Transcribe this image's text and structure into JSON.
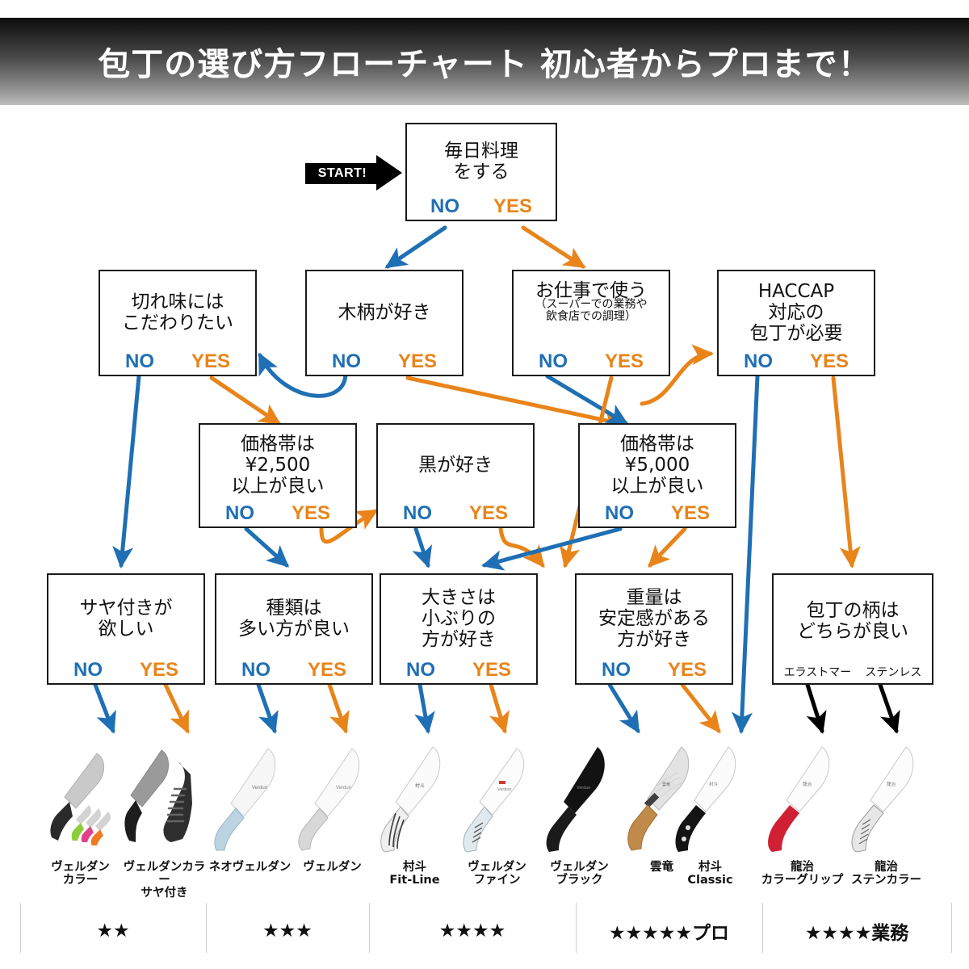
{
  "header": {
    "title": "包丁の選び方フローチャート 初心者からプロまで！"
  },
  "start": {
    "label": "START!"
  },
  "colors": {
    "no": "#1f6fb4",
    "yes": "#e8841a",
    "plain": "#111111",
    "border": "#1a1a1a"
  },
  "answers": {
    "no": "NO",
    "yes": "YES"
  },
  "nodes": [
    {
      "id": "n1",
      "text": "毎日料理\nをする",
      "sub": "",
      "no": "NO",
      "yes": "YES"
    },
    {
      "id": "n2",
      "text": "切れ味には\nこだわりたい",
      "sub": "",
      "no": "NO",
      "yes": "YES"
    },
    {
      "id": "n3",
      "text": "木柄が好き",
      "sub": "",
      "no": "NO",
      "yes": "YES"
    },
    {
      "id": "n4",
      "text": "お仕事で使う",
      "sub": "（スーパーでの業務や\n飲食店での調理）",
      "no": "NO",
      "yes": "YES"
    },
    {
      "id": "n5",
      "text": "HACCAP\n対応の\n包丁が必要",
      "sub": "",
      "no": "NO",
      "yes": "YES"
    },
    {
      "id": "n6",
      "text": "価格帯は\n¥2,500\n以上が良い",
      "sub": "",
      "no": "NO",
      "yes": "YES"
    },
    {
      "id": "n7",
      "text": "黒が好き",
      "sub": "",
      "no": "NO",
      "yes": "YES"
    },
    {
      "id": "n8",
      "text": "価格帯は\n¥5,000\n以上が良い",
      "sub": "",
      "no": "NO",
      "yes": "YES"
    },
    {
      "id": "n9",
      "text": "サヤ付きが\n欲しい",
      "sub": "",
      "no": "NO",
      "yes": "YES"
    },
    {
      "id": "n10",
      "text": "種類は\n多い方が良い",
      "sub": "",
      "no": "NO",
      "yes": "YES"
    },
    {
      "id": "n11",
      "text": "大きさは\n小ぶりの\n方が好き",
      "sub": "",
      "no": "NO",
      "yes": "YES"
    },
    {
      "id": "n12",
      "text": "重量は\n安定感がある\n方が好き",
      "sub": "",
      "no": "NO",
      "yes": "YES"
    },
    {
      "id": "n13",
      "text": "包丁の柄は\nどちらが良い",
      "sub": "",
      "no": "エラストマー",
      "yes": "ステンレス"
    }
  ],
  "products": [
    {
      "name": "ヴェルダン\nカラー"
    },
    {
      "name": "ヴェルダンカラー\nサヤ付き"
    },
    {
      "name": "ネオヴェルダン"
    },
    {
      "name": "ヴェルダン"
    },
    {
      "name": "村斗\nFit-Line"
    },
    {
      "name": "ヴェルダン\nファイン"
    },
    {
      "name": "ヴェルダン\nブラック"
    },
    {
      "name": "雲竜"
    },
    {
      "name": "村斗\nClassic"
    },
    {
      "name": "龍治\nカラーグリップ"
    },
    {
      "name": "龍治\nステンカラー"
    }
  ],
  "ratings": [
    {
      "label": "★★"
    },
    {
      "label": "★★★"
    },
    {
      "label": "★★★★"
    },
    {
      "label": "★★★★★プロ"
    },
    {
      "label": "★★★★業務"
    }
  ]
}
